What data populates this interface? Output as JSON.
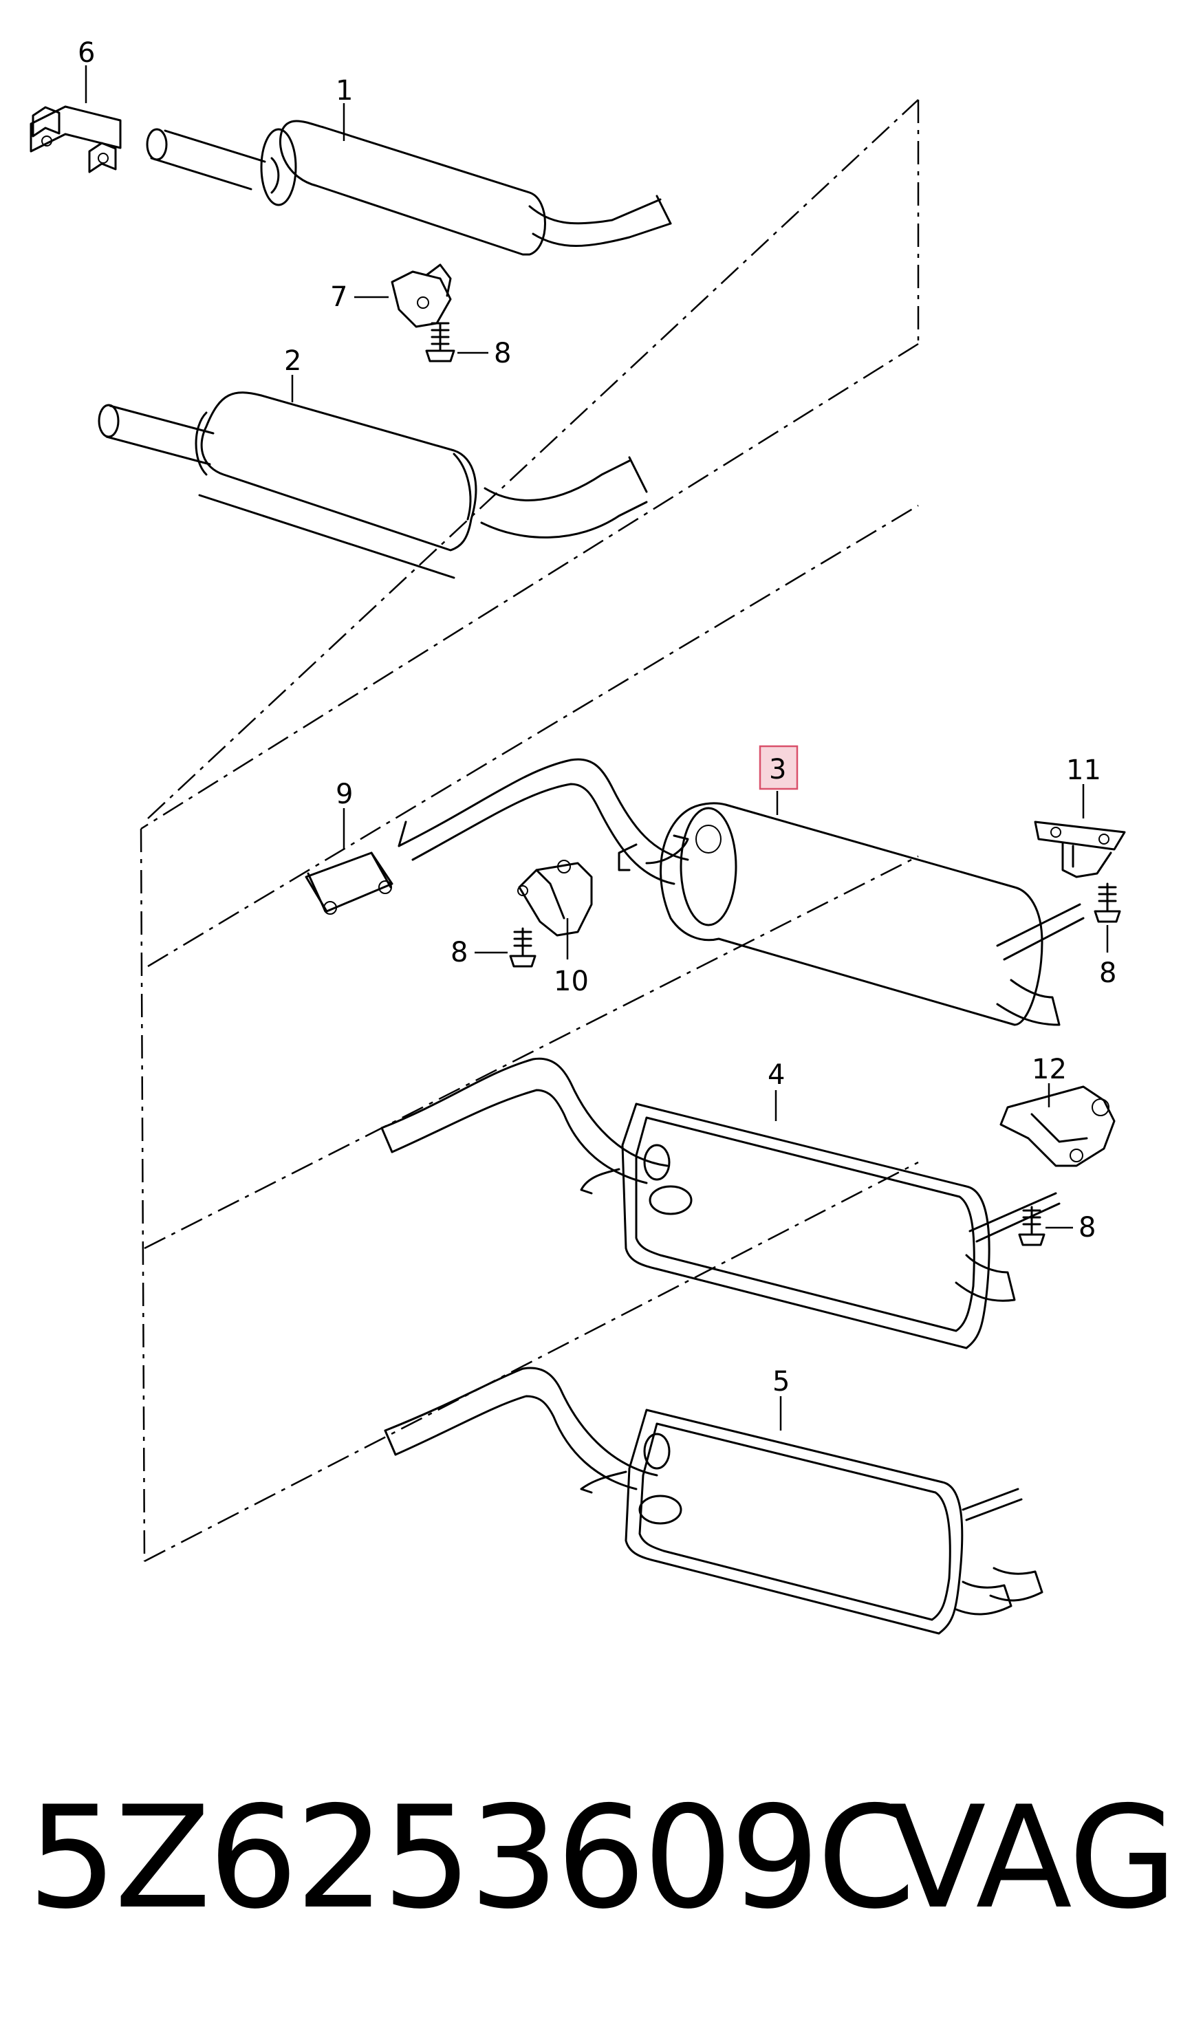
{
  "labels": {
    "p1": "1",
    "p2": "2",
    "p3": "3",
    "p4": "4",
    "p5": "5",
    "p6": "6",
    "p7": "7",
    "p8a": "8",
    "p8b": "8",
    "p8c": "8",
    "p8d": "8",
    "p9": "9",
    "p10": "10",
    "p11": "11",
    "p12": "12"
  },
  "highlight": {
    "label": "3",
    "fill": "#f7d6dc",
    "stroke": "#d9506a"
  },
  "footer": {
    "part_number": "5Z6253609C",
    "brand": "VAG"
  }
}
